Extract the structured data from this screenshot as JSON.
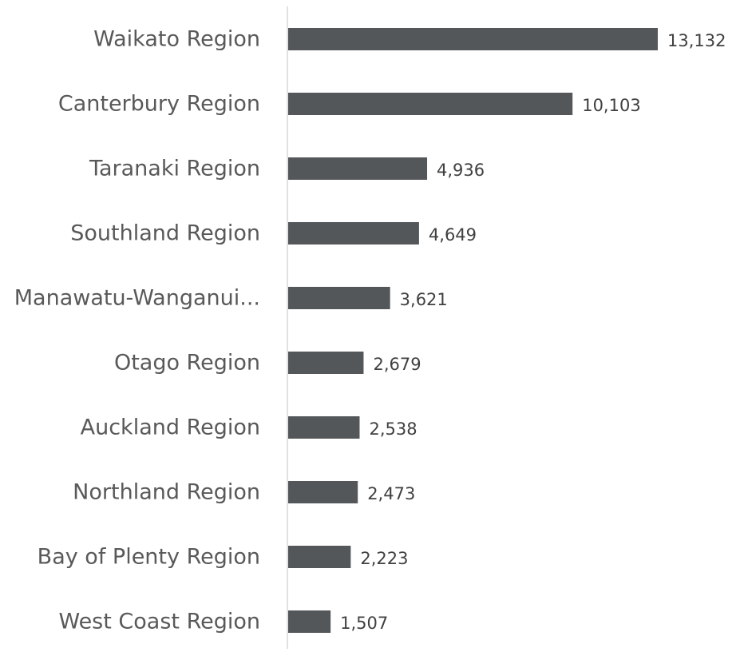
{
  "chart_data": {
    "type": "bar",
    "orientation": "horizontal",
    "categories": [
      "Waikato Region",
      "Canterbury Region",
      "Taranaki Region",
      "Southland Region",
      "Manawatu-Wanganui...",
      "Otago Region",
      "Auckland Region",
      "Northland Region",
      "Bay of Plenty Region",
      "West Coast Region"
    ],
    "values": [
      13132,
      10103,
      4936,
      4649,
      3621,
      2679,
      2538,
      2473,
      2223,
      1507
    ],
    "value_labels": [
      "13,132",
      "10,103",
      "4,936",
      "4,649",
      "3,621",
      "2,679",
      "2,538",
      "2,473",
      "2,223",
      "1,507"
    ],
    "xlim": [
      0,
      13132
    ],
    "grid": false,
    "legend": "none",
    "colors": {
      "bar": "#54575a",
      "axis": "#d9d9d9",
      "category_text": "#595959",
      "value_text": "#404040"
    }
  }
}
